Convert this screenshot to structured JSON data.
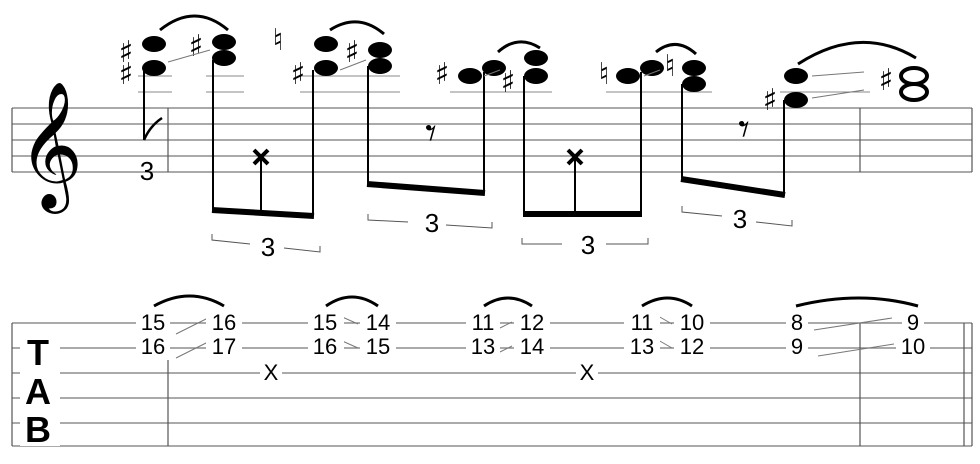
{
  "notation": {
    "clef": "treble-clef",
    "tab_letters": [
      "T",
      "A",
      "B"
    ],
    "tuplet_label": "3",
    "accidentals": {
      "sharp": "♯",
      "natural": "♮",
      "rest": "𝄾"
    },
    "pickup_tuplet": "3",
    "tuplets": [
      "3",
      "3",
      "3",
      "3"
    ]
  },
  "tab": {
    "events": [
      {
        "top": "15",
        "second": "16"
      },
      {
        "top": "16",
        "second": "17"
      },
      {
        "third": "X"
      },
      {
        "top": "15",
        "second": "16"
      },
      {
        "top": "14",
        "second": "15"
      },
      {
        "top": "11",
        "second": "13"
      },
      {
        "top": "12",
        "second": "14"
      },
      {
        "third": "X"
      },
      {
        "top": "11",
        "second": "13"
      },
      {
        "top": "10",
        "second": "12"
      },
      {
        "top": "8",
        "second": "9"
      },
      {
        "top": "9",
        "second": "10"
      }
    ]
  }
}
